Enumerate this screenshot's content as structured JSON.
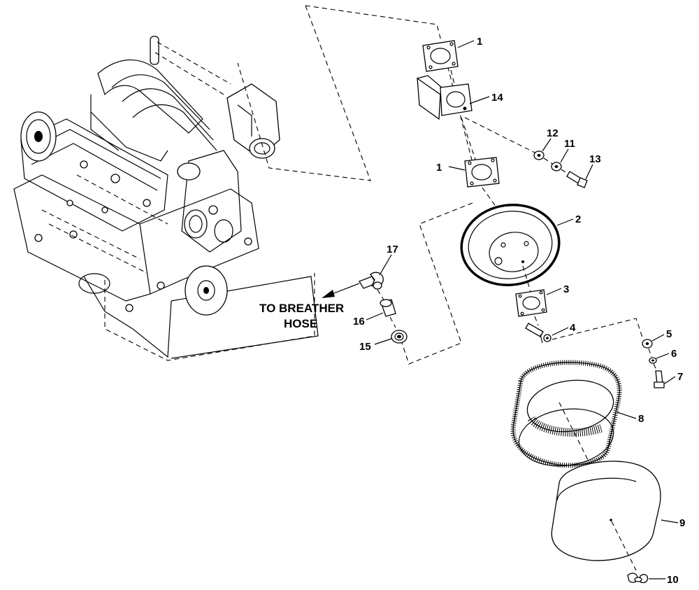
{
  "callout": {
    "line1": "TO BREATHER",
    "line2": "HOSE"
  },
  "parts": {
    "p1a": "1",
    "p1b": "1",
    "p2": "2",
    "p3": "3",
    "p4": "4",
    "p5": "5",
    "p6": "6",
    "p7": "7",
    "p8": "8",
    "p9": "9",
    "p10": "10",
    "p11": "11",
    "p12": "12",
    "p13": "13",
    "p14": "14",
    "p15": "15",
    "p16": "16",
    "p17": "17"
  }
}
